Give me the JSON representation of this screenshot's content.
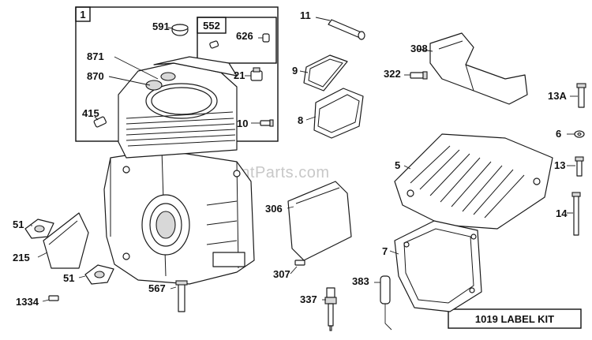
{
  "watermark": "eReplacementParts.com",
  "label_kit": "1019 LABEL KIT",
  "group_1_label": "1",
  "group_552_label": "552",
  "callouts": {
    "p591": "591",
    "p626": "626",
    "p871": "871",
    "p870": "870",
    "p21": "21",
    "p415": "415",
    "p10": "10",
    "p11": "11",
    "p9": "9",
    "p8": "8",
    "p308": "308",
    "p322": "322",
    "p13A": "13A",
    "p6": "6",
    "p13": "13",
    "p14": "14",
    "p5": "5",
    "p306": "306",
    "p7": "7",
    "p51a": "51",
    "p215": "215",
    "p51b": "51",
    "p1334": "1334",
    "p567": "567",
    "p307": "307",
    "p383": "383",
    "p337": "337"
  }
}
